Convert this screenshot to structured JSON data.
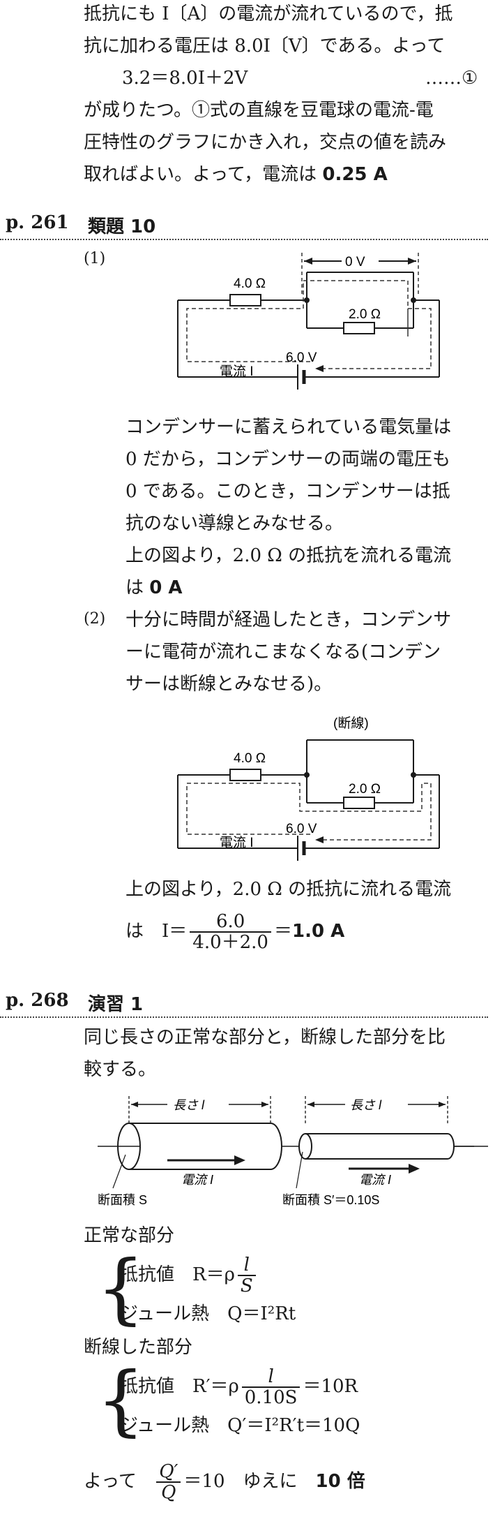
{
  "intro": {
    "line1": "抵抗にも I〔A〕の電流が流れているので，抵",
    "line2": "抗に加わる電圧は 8.0I〔V〕である。よって",
    "eq": "3.2＝8.0I＋2V",
    "eq_num": "……①",
    "line4": "が成りたつ。①式の直線を豆電球の電流-電",
    "line5": "圧特性のグラフにかき入れ，交点の値を読み",
    "line6_pre": "取ればよい。よって，電流は ",
    "line6_ans": "0.25 A"
  },
  "section1": {
    "page": "p. 261",
    "title": "類題 10"
  },
  "part1": {
    "label": "(1)",
    "circuit": {
      "r1": "4.0 Ω",
      "r2": "2.0 Ω",
      "v_top": "0 V",
      "current": "電流 I",
      "battery": "6.0 V"
    },
    "text1": "コンデンサーに蓄えられている電気量は",
    "text2": "0 だから，コンデンサーの両端の電圧も",
    "text3": "0 である。このとき，コンデンサーは抵",
    "text4": "抗のない導線とみなせる。",
    "text5": "上の図より，2.0 Ω の抵抗を流れる電流",
    "text6_pre": "は ",
    "text6_ans": "0 A"
  },
  "part2": {
    "label": "(2)",
    "text1": "十分に時間が経過したとき，コンデンサ",
    "text2": "ーに電荷が流れこまなくなる(コンデン",
    "text3": "サーは断線とみなせる)。",
    "circuit": {
      "break_label": "(断線)",
      "r1": "4.0 Ω",
      "r2": "2.0 Ω",
      "current": "電流 I",
      "battery": "6.0 V"
    },
    "text4": "上の図より，2.0 Ω の抵抗に流れる電流",
    "eq_pre": "は　I＝",
    "eq_num": "6.0",
    "eq_den": "4.0＋2.0",
    "eq_post": "＝",
    "eq_ans": "1.0 A"
  },
  "section2": {
    "page": "p. 268",
    "title": "演習 1"
  },
  "ex": {
    "text1": "同じ長さの正常な部分と，断線した部分を比",
    "text2": "較する。",
    "fig": {
      "len1": "長さ l",
      "len2": "長さ l",
      "cur1": "電流 I",
      "cur2": "電流 I",
      "area1": "断面積 S",
      "area2": "断面積 S′＝0.10S"
    },
    "normal_title": "正常な部分",
    "n_r_label": "抵抗値　R＝ρ",
    "n_r_num": "l",
    "n_r_den": "S",
    "n_q": "ジュール熱　Q＝I²Rt",
    "broken_title": "断線した部分",
    "b_r_label": "抵抗値　R′＝ρ",
    "b_r_num": "l",
    "b_r_den": "0.10S",
    "b_r_post": "＝10R",
    "b_q": "ジュール熱　Q′＝I²R′t＝10Q",
    "final_pre": "よって",
    "final_num": "Q′",
    "final_den": "Q",
    "final_mid": "＝10　ゆえに　",
    "final_ans": "10 倍"
  }
}
